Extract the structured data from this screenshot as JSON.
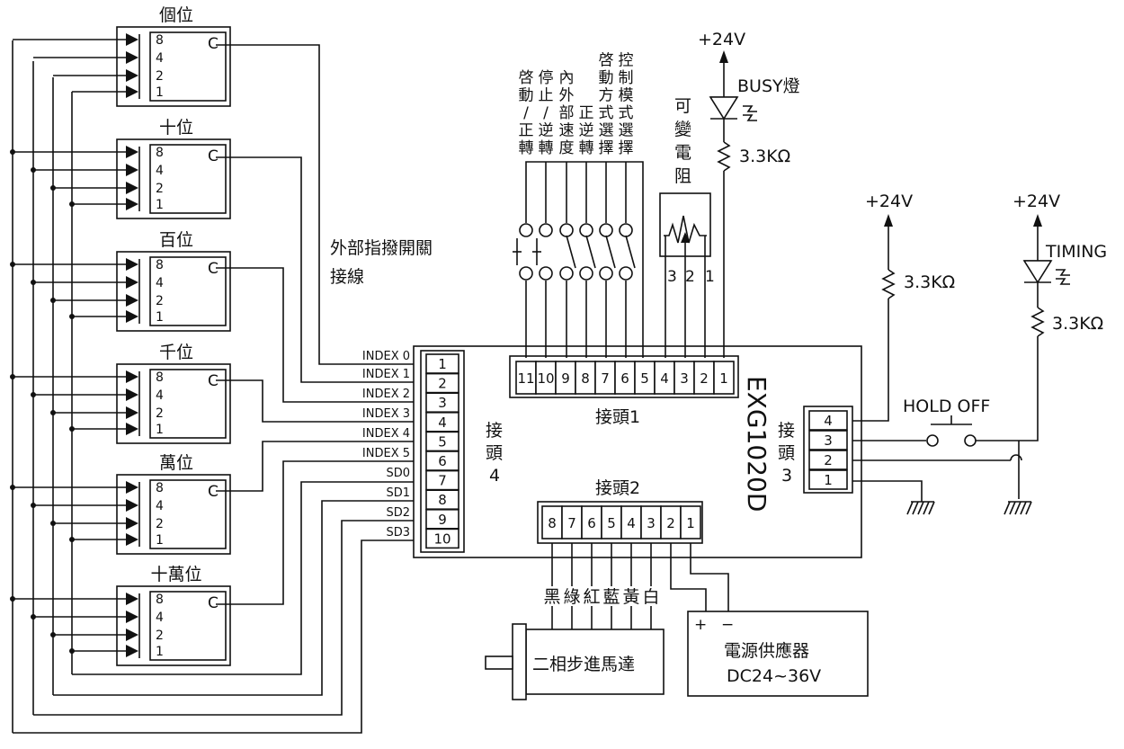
{
  "digits": [
    {
      "label": "個位"
    },
    {
      "label": "十位"
    },
    {
      "label": "百位"
    },
    {
      "label": "千位"
    },
    {
      "label": "萬位"
    },
    {
      "label": "十萬位"
    }
  ],
  "bcd_weights": [
    "8",
    "4",
    "2",
    "1"
  ],
  "switch_common": "C",
  "thumbwheel_note": [
    "外部指撥開關",
    "接線"
  ],
  "index_signals": [
    "INDEX 0",
    "INDEX 1",
    "INDEX 2",
    "INDEX 3",
    "INDEX 4",
    "INDEX 5",
    "SD0",
    "SD1",
    "SD2",
    "SD3"
  ],
  "connector4": {
    "label_chars": [
      "接",
      "頭",
      "4"
    ],
    "pins": [
      "1",
      "2",
      "3",
      "4",
      "5",
      "6",
      "7",
      "8",
      "9",
      "10"
    ]
  },
  "connector1": {
    "label": "接頭1",
    "pins": [
      "11",
      "10",
      "9",
      "8",
      "7",
      "6",
      "5",
      "4",
      "3",
      "2",
      "1"
    ]
  },
  "connector2": {
    "label": "接頭2",
    "pins": [
      "8",
      "7",
      "6",
      "5",
      "4",
      "3",
      "2",
      "1"
    ]
  },
  "connector3": {
    "label_chars": [
      "接",
      "頭",
      "3"
    ],
    "pins": [
      "4",
      "3",
      "2",
      "1"
    ]
  },
  "controller_model": "EXG1020D",
  "input_labels": [
    {
      "lines": [
        "啓",
        "動",
        "/",
        "正",
        "轉"
      ]
    },
    {
      "lines": [
        "停",
        "止",
        "/",
        "逆",
        "轉"
      ]
    },
    {
      "lines": [
        "內",
        "外",
        "部",
        "速",
        "度"
      ]
    },
    {
      "lines": [
        "正",
        "逆",
        "轉"
      ]
    },
    {
      "lines": [
        "啓",
        "動",
        "方",
        "式",
        "選",
        "擇"
      ]
    },
    {
      "lines": [
        "控",
        "制",
        "模",
        "式",
        "選",
        "擇"
      ]
    }
  ],
  "potentiometer": {
    "label_chars": [
      "可",
      "變",
      "電",
      "阻"
    ],
    "pins": [
      "3",
      "2",
      "1"
    ]
  },
  "busy": {
    "supply": "+24V",
    "led_label": "BUSY燈",
    "resistor": "3.3KΩ"
  },
  "hold": {
    "supply": "+24V",
    "resistor": "3.3KΩ",
    "switch_label": "HOLD OFF"
  },
  "timing": {
    "supply": "+24V",
    "led_label": "TIMING",
    "resistor": "3.3KΩ"
  },
  "motor": {
    "wire_colors": [
      "黑",
      "綠",
      "紅",
      "藍",
      "黃",
      "白"
    ],
    "label": "二相步進馬達"
  },
  "power": {
    "plus": "+",
    "minus": "−",
    "name": "電源供應器",
    "spec": "DC24~36V"
  }
}
